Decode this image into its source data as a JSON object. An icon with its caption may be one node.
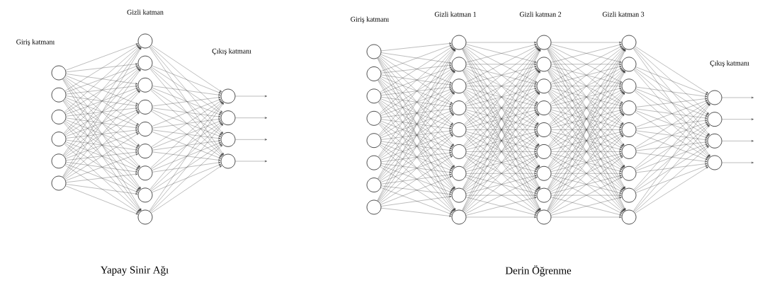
{
  "diagram": {
    "nodes": [
      {
        "text": [],
        "shape": "circle"
      },
      {
        "text": [],
        "shape": "circle"
      },
      {
        "text": [],
        "shape": "circle"
      },
      {
        "text": [],
        "shape": "circle"
      },
      {
        "text": [],
        "shape": "circle"
      },
      {
        "text": [],
        "shape": "circle"
      },
      {
        "text": [],
        "shape": "circle"
      },
      {
        "text": [],
        "shape": "circle"
      },
      {
        "text": [],
        "shape": "circle"
      },
      {
        "text": [],
        "shape": "circle"
      },
      {
        "text": [],
        "shape": "circle"
      },
      {
        "text": [],
        "shape": "circle"
      },
      {
        "text": [],
        "shape": "circle"
      },
      {
        "text": [],
        "shape": "circle"
      },
      {
        "text": [],
        "shape": "circle"
      },
      {
        "text": [],
        "shape": "circle"
      },
      {
        "text": [],
        "shape": "circle"
      },
      {
        "text": [],
        "shape": "circle"
      },
      {
        "text": [],
        "shape": "circle"
      },
      {
        "text": [],
        "shape": "circle"
      },
      {
        "text": [],
        "shape": "circle"
      },
      {
        "text": [],
        "shape": "circle"
      },
      {
        "text": [],
        "shape": "circle"
      },
      {
        "text": [],
        "shape": "circle"
      },
      {
        "text": [],
        "shape": "circle"
      },
      {
        "text": [],
        "shape": "circle"
      },
      {
        "text": [],
        "shape": "circle"
      },
      {
        "text": [],
        "shape": "circle"
      },
      {
        "text": [],
        "shape": "circle"
      },
      {
        "text": [],
        "shape": "circle"
      },
      {
        "text": [],
        "shape": "circle"
      },
      {
        "text": [],
        "shape": "circle"
      },
      {
        "text": [],
        "shape": "circle"
      },
      {
        "text": [],
        "shape": "circle"
      },
      {
        "text": [],
        "shape": "circle"
      },
      {
        "text": [],
        "shape": "circle"
      },
      {
        "text": [],
        "shape": "circle"
      },
      {
        "text": [],
        "shape": "circle"
      },
      {
        "text": [],
        "shape": "circle"
      },
      {
        "text": [],
        "shape": "circle"
      },
      {
        "text": [],
        "shape": "circle"
      },
      {
        "text": [],
        "shape": "circle"
      },
      {
        "text": [],
        "shape": "circle"
      },
      {
        "text": [],
        "shape": "circle"
      },
      {
        "text": [],
        "shape": "circle"
      },
      {
        "text": [],
        "shape": "circle"
      },
      {
        "text": [],
        "shape": "circle"
      },
      {
        "text": [],
        "shape": "circle"
      },
      {
        "text": [],
        "shape": "circle"
      },
      {
        "text": [],
        "shape": "circle"
      },
      {
        "text": [],
        "shape": "circle"
      },
      {
        "text": [],
        "shape": "circle"
      },
      {
        "text": [],
        "shape": "circle"
      },
      {
        "text": [],
        "shape": "circle"
      },
      {
        "text": [],
        "shape": "circle"
      },
      {
        "text": [],
        "shape": "circle"
      },
      {
        "text": [],
        "shape": "circle"
      },
      {
        "text": [],
        "shape": "circle"
      }
    ],
    "edges": [
      {
        "from": 0,
        "to": 6,
        "arrow": "to"
      },
      {
        "from": 0,
        "to": 7,
        "arrow": "to"
      },
      {
        "from": 0,
        "to": 8,
        "arrow": "to"
      },
      {
        "from": 0,
        "to": 9,
        "arrow": "to"
      },
      {
        "from": 0,
        "to": 10,
        "arrow": "to"
      },
      {
        "from": 0,
        "to": 11,
        "arrow": "to"
      },
      {
        "from": 0,
        "to": 12,
        "arrow": "to"
      },
      {
        "from": 0,
        "to": 13,
        "arrow": "to"
      },
      {
        "from": 0,
        "to": 14,
        "arrow": "to"
      },
      {
        "from": 1,
        "to": 6,
        "arrow": "to"
      },
      {
        "from": 1,
        "to": 7,
        "arrow": "to"
      },
      {
        "from": 1,
        "to": 8,
        "arrow": "to"
      },
      {
        "from": 1,
        "to": 9,
        "arrow": "to"
      },
      {
        "from": 1,
        "to": 10,
        "arrow": "to"
      },
      {
        "from": 1,
        "to": 11,
        "arrow": "to"
      },
      {
        "from": 1,
        "to": 12,
        "arrow": "to"
      },
      {
        "from": 1,
        "to": 13,
        "arrow": "to"
      },
      {
        "from": 1,
        "to": 14,
        "arrow": "to"
      },
      {
        "from": 2,
        "to": 6,
        "arrow": "to"
      },
      {
        "from": 2,
        "to": 7,
        "arrow": "to"
      },
      {
        "from": 2,
        "to": 8,
        "arrow": "to"
      },
      {
        "from": 2,
        "to": 9,
        "arrow": "to"
      },
      {
        "from": 2,
        "to": 10,
        "arrow": "to"
      },
      {
        "from": 2,
        "to": 11,
        "arrow": "to"
      },
      {
        "from": 2,
        "to": 12,
        "arrow": "to"
      },
      {
        "from": 2,
        "to": 13,
        "arrow": "to"
      },
      {
        "from": 2,
        "to": 14,
        "arrow": "to"
      },
      {
        "from": 3,
        "to": 6,
        "arrow": "to"
      },
      {
        "from": 3,
        "to": 7,
        "arrow": "to"
      },
      {
        "from": 3,
        "to": 8,
        "arrow": "to"
      },
      {
        "from": 3,
        "to": 9,
        "arrow": "to"
      },
      {
        "from": 3,
        "to": 10,
        "arrow": "to"
      },
      {
        "from": 3,
        "to": 11,
        "arrow": "to"
      },
      {
        "from": 3,
        "to": 12,
        "arrow": "to"
      },
      {
        "from": 3,
        "to": 13,
        "arrow": "to"
      },
      {
        "from": 3,
        "to": 14,
        "arrow": "to"
      },
      {
        "from": 4,
        "to": 6,
        "arrow": "to"
      },
      {
        "from": 4,
        "to": 7,
        "arrow": "to"
      },
      {
        "from": 4,
        "to": 8,
        "arrow": "to"
      },
      {
        "from": 4,
        "to": 9,
        "arrow": "to"
      },
      {
        "from": 4,
        "to": 10,
        "arrow": "to"
      },
      {
        "from": 4,
        "to": 11,
        "arrow": "to"
      },
      {
        "from": 4,
        "to": 12,
        "arrow": "to"
      },
      {
        "from": 4,
        "to": 13,
        "arrow": "to"
      },
      {
        "from": 4,
        "to": 14,
        "arrow": "to"
      },
      {
        "from": 5,
        "to": 6,
        "arrow": "to"
      },
      {
        "from": 5,
        "to": 7,
        "arrow": "to"
      },
      {
        "from": 5,
        "to": 8,
        "arrow": "to"
      },
      {
        "from": 5,
        "to": 9,
        "arrow": "to"
      },
      {
        "from": 5,
        "to": 10,
        "arrow": "to"
      },
      {
        "from": 5,
        "to": 11,
        "arrow": "to"
      },
      {
        "from": 5,
        "to": 12,
        "arrow": "to"
      },
      {
        "from": 5,
        "to": 13,
        "arrow": "to"
      },
      {
        "from": 5,
        "to": 14,
        "arrow": "to"
      },
      {
        "from": 6,
        "to": 15,
        "arrow": "to"
      },
      {
        "from": 6,
        "to": 16,
        "arrow": "to"
      },
      {
        "from": 6,
        "to": 17,
        "arrow": "to"
      },
      {
        "from": 6,
        "to": 18,
        "arrow": "to"
      },
      {
        "from": 7,
        "to": 15,
        "arrow": "to"
      },
      {
        "from": 7,
        "to": 16,
        "arrow": "to"
      },
      {
        "from": 7,
        "to": 17,
        "arrow": "to"
      },
      {
        "from": 7,
        "to": 18,
        "arrow": "to"
      },
      {
        "from": 8,
        "to": 15,
        "arrow": "to"
      },
      {
        "from": 8,
        "to": 16,
        "arrow": "to"
      },
      {
        "from": 8,
        "to": 17,
        "arrow": "to"
      },
      {
        "from": 8,
        "to": 18,
        "arrow": "to"
      },
      {
        "from": 9,
        "to": 15,
        "arrow": "to"
      },
      {
        "from": 9,
        "to": 16,
        "arrow": "to"
      },
      {
        "from": 9,
        "to": 17,
        "arrow": "to"
      },
      {
        "from": 9,
        "to": 18,
        "arrow": "to"
      },
      {
        "from": 10,
        "to": 15,
        "arrow": "to"
      },
      {
        "from": 10,
        "to": 16,
        "arrow": "to"
      },
      {
        "from": 10,
        "to": 17,
        "arrow": "to"
      },
      {
        "from": 10,
        "to": 18,
        "arrow": "to"
      },
      {
        "from": 11,
        "to": 15,
        "arrow": "to"
      },
      {
        "from": 11,
        "to": 16,
        "arrow": "to"
      },
      {
        "from": 11,
        "to": 17,
        "arrow": "to"
      },
      {
        "from": 11,
        "to": 18,
        "arrow": "to"
      },
      {
        "from": 12,
        "to": 15,
        "arrow": "to"
      },
      {
        "from": 12,
        "to": 16,
        "arrow": "to"
      },
      {
        "from": 12,
        "to": 17,
        "arrow": "to"
      },
      {
        "from": 12,
        "to": 18,
        "arrow": "to"
      },
      {
        "from": 13,
        "to": 15,
        "arrow": "to"
      },
      {
        "from": 13,
        "to": 16,
        "arrow": "to"
      },
      {
        "from": 13,
        "to": 17,
        "arrow": "to"
      },
      {
        "from": 13,
        "to": 18,
        "arrow": "to"
      },
      {
        "from": 14,
        "to": 15,
        "arrow": "to"
      },
      {
        "from": 14,
        "to": 16,
        "arrow": "to"
      },
      {
        "from": 14,
        "to": 17,
        "arrow": "to"
      },
      {
        "from": 14,
        "to": 18,
        "arrow": "to"
      },
      {
        "from": 15,
        "to": null,
        "arrow": "to"
      },
      {
        "from": 16,
        "to": null,
        "arrow": "to"
      },
      {
        "from": 17,
        "to": null,
        "arrow": "to"
      },
      {
        "from": 18,
        "to": null,
        "arrow": "to"
      },
      {
        "from": 19,
        "to": 27,
        "arrow": "to"
      },
      {
        "from": 19,
        "to": 28,
        "arrow": "to"
      },
      {
        "from": 19,
        "to": 29,
        "arrow": "to"
      },
      {
        "from": 19,
        "to": 30,
        "arrow": "to"
      },
      {
        "from": 19,
        "to": 31,
        "arrow": "to"
      },
      {
        "from": 19,
        "to": 32,
        "arrow": "to"
      },
      {
        "from": 19,
        "to": 33,
        "arrow": "to"
      },
      {
        "from": 19,
        "to": 34,
        "arrow": "to"
      },
      {
        "from": 19,
        "to": 35,
        "arrow": "to"
      },
      {
        "from": 20,
        "to": 27,
        "arrow": "to"
      },
      {
        "from": 20,
        "to": 28,
        "arrow": "to"
      },
      {
        "from": 20,
        "to": 29,
        "arrow": "to"
      },
      {
        "from": 20,
        "to": 30,
        "arrow": "to"
      },
      {
        "from": 20,
        "to": 31,
        "arrow": "to"
      },
      {
        "from": 20,
        "to": 32,
        "arrow": "to"
      },
      {
        "from": 20,
        "to": 33,
        "arrow": "to"
      },
      {
        "from": 20,
        "to": 34,
        "arrow": "to"
      },
      {
        "from": 20,
        "to": 35,
        "arrow": "to"
      },
      {
        "from": 21,
        "to": 27,
        "arrow": "to"
      },
      {
        "from": 21,
        "to": 28,
        "arrow": "to"
      },
      {
        "from": 21,
        "to": 29,
        "arrow": "to"
      },
      {
        "from": 21,
        "to": 30,
        "arrow": "to"
      },
      {
        "from": 21,
        "to": 31,
        "arrow": "to"
      },
      {
        "from": 21,
        "to": 32,
        "arrow": "to"
      },
      {
        "from": 21,
        "to": 33,
        "arrow": "to"
      },
      {
        "from": 21,
        "to": 34,
        "arrow": "to"
      },
      {
        "from": 21,
        "to": 35,
        "arrow": "to"
      },
      {
        "from": 22,
        "to": 27,
        "arrow": "to"
      },
      {
        "from": 22,
        "to": 28,
        "arrow": "to"
      },
      {
        "from": 22,
        "to": 29,
        "arrow": "to"
      },
      {
        "from": 22,
        "to": 30,
        "arrow": "to"
      },
      {
        "from": 22,
        "to": 31,
        "arrow": "to"
      },
      {
        "from": 22,
        "to": 32,
        "arrow": "to"
      },
      {
        "from": 22,
        "to": 33,
        "arrow": "to"
      },
      {
        "from": 22,
        "to": 34,
        "arrow": "to"
      },
      {
        "from": 22,
        "to": 35,
        "arrow": "to"
      },
      {
        "from": 23,
        "to": 27,
        "arrow": "to"
      },
      {
        "from": 23,
        "to": 28,
        "arrow": "to"
      },
      {
        "from": 23,
        "to": 29,
        "arrow": "to"
      },
      {
        "from": 23,
        "to": 30,
        "arrow": "to"
      },
      {
        "from": 23,
        "to": 31,
        "arrow": "to"
      },
      {
        "from": 23,
        "to": 32,
        "arrow": "to"
      },
      {
        "from": 23,
        "to": 33,
        "arrow": "to"
      },
      {
        "from": 23,
        "to": 34,
        "arrow": "to"
      },
      {
        "from": 23,
        "to": 35,
        "arrow": "to"
      },
      {
        "from": 24,
        "to": 27,
        "arrow": "to"
      },
      {
        "from": 24,
        "to": 28,
        "arrow": "to"
      },
      {
        "from": 24,
        "to": 29,
        "arrow": "to"
      },
      {
        "from": 24,
        "to": 30,
        "arrow": "to"
      },
      {
        "from": 24,
        "to": 31,
        "arrow": "to"
      },
      {
        "from": 24,
        "to": 32,
        "arrow": "to"
      },
      {
        "from": 24,
        "to": 33,
        "arrow": "to"
      },
      {
        "from": 24,
        "to": 34,
        "arrow": "to"
      },
      {
        "from": 24,
        "to": 35,
        "arrow": "to"
      },
      {
        "from": 25,
        "to": 27,
        "arrow": "to"
      },
      {
        "from": 25,
        "to": 28,
        "arrow": "to"
      },
      {
        "from": 25,
        "to": 29,
        "arrow": "to"
      },
      {
        "from": 25,
        "to": 30,
        "arrow": "to"
      },
      {
        "from": 25,
        "to": 31,
        "arrow": "to"
      },
      {
        "from": 25,
        "to": 32,
        "arrow": "to"
      },
      {
        "from": 25,
        "to": 33,
        "arrow": "to"
      },
      {
        "from": 25,
        "to": 34,
        "arrow": "to"
      },
      {
        "from": 25,
        "to": 35,
        "arrow": "to"
      },
      {
        "from": 26,
        "to": 27,
        "arrow": "to"
      },
      {
        "from": 26,
        "to": 28,
        "arrow": "to"
      },
      {
        "from": 26,
        "to": 29,
        "arrow": "to"
      },
      {
        "from": 26,
        "to": 30,
        "arrow": "to"
      },
      {
        "from": 26,
        "to": 31,
        "arrow": "to"
      },
      {
        "from": 26,
        "to": 32,
        "arrow": "to"
      },
      {
        "from": 26,
        "to": 33,
        "arrow": "to"
      },
      {
        "from": 26,
        "to": 34,
        "arrow": "to"
      },
      {
        "from": 26,
        "to": 35,
        "arrow": "to"
      },
      {
        "from": 27,
        "to": 36,
        "arrow": "to"
      },
      {
        "from": 27,
        "to": 37,
        "arrow": "to"
      },
      {
        "from": 27,
        "to": 38,
        "arrow": "to"
      },
      {
        "from": 27,
        "to": 39,
        "arrow": "to"
      },
      {
        "from": 27,
        "to": 40,
        "arrow": "to"
      },
      {
        "from": 27,
        "to": 41,
        "arrow": "to"
      },
      {
        "from": 27,
        "to": 42,
        "arrow": "to"
      },
      {
        "from": 27,
        "to": 43,
        "arrow": "to"
      },
      {
        "from": 27,
        "to": 44,
        "arrow": "to"
      },
      {
        "from": 28,
        "to": 36,
        "arrow": "to"
      },
      {
        "from": 28,
        "to": 37,
        "arrow": "to"
      },
      {
        "from": 28,
        "to": 38,
        "arrow": "to"
      },
      {
        "from": 28,
        "to": 39,
        "arrow": "to"
      },
      {
        "from": 28,
        "to": 40,
        "arrow": "to"
      },
      {
        "from": 28,
        "to": 41,
        "arrow": "to"
      },
      {
        "from": 28,
        "to": 42,
        "arrow": "to"
      },
      {
        "from": 28,
        "to": 43,
        "arrow": "to"
      },
      {
        "from": 28,
        "to": 44,
        "arrow": "to"
      },
      {
        "from": 29,
        "to": 36,
        "arrow": "to"
      },
      {
        "from": 29,
        "to": 37,
        "arrow": "to"
      },
      {
        "from": 29,
        "to": 38,
        "arrow": "to"
      },
      {
        "from": 29,
        "to": 39,
        "arrow": "to"
      },
      {
        "from": 29,
        "to": 40,
        "arrow": "to"
      },
      {
        "from": 29,
        "to": 41,
        "arrow": "to"
      },
      {
        "from": 29,
        "to": 42,
        "arrow": "to"
      },
      {
        "from": 29,
        "to": 43,
        "arrow": "to"
      },
      {
        "from": 29,
        "to": 44,
        "arrow": "to"
      },
      {
        "from": 30,
        "to": 36,
        "arrow": "to"
      },
      {
        "from": 30,
        "to": 37,
        "arrow": "to"
      },
      {
        "from": 30,
        "to": 38,
        "arrow": "to"
      },
      {
        "from": 30,
        "to": 39,
        "arrow": "to"
      },
      {
        "from": 30,
        "to": 40,
        "arrow": "to"
      },
      {
        "from": 30,
        "to": 41,
        "arrow": "to"
      },
      {
        "from": 30,
        "to": 42,
        "arrow": "to"
      },
      {
        "from": 30,
        "to": 43,
        "arrow": "to"
      },
      {
        "from": 30,
        "to": 44,
        "arrow": "to"
      },
      {
        "from": 31,
        "to": 36,
        "arrow": "to"
      },
      {
        "from": 31,
        "to": 37,
        "arrow": "to"
      },
      {
        "from": 31,
        "to": 38,
        "arrow": "to"
      },
      {
        "from": 31,
        "to": 39,
        "arrow": "to"
      },
      {
        "from": 31,
        "to": 40,
        "arrow": "to"
      },
      {
        "from": 31,
        "to": 41,
        "arrow": "to"
      },
      {
        "from": 31,
        "to": 42,
        "arrow": "to"
      },
      {
        "from": 31,
        "to": 43,
        "arrow": "to"
      },
      {
        "from": 31,
        "to": 44,
        "arrow": "to"
      },
      {
        "from": 32,
        "to": 36,
        "arrow": "to"
      },
      {
        "from": 32,
        "to": 37,
        "arrow": "to"
      },
      {
        "from": 32,
        "to": 38,
        "arrow": "to"
      },
      {
        "from": 32,
        "to": 39,
        "arrow": "to"
      },
      {
        "from": 32,
        "to": 40,
        "arrow": "to"
      },
      {
        "from": 32,
        "to": 41,
        "arrow": "to"
      },
      {
        "from": 32,
        "to": 42,
        "arrow": "to"
      },
      {
        "from": 32,
        "to": 43,
        "arrow": "to"
      },
      {
        "from": 32,
        "to": 44,
        "arrow": "to"
      },
      {
        "from": 33,
        "to": 36,
        "arrow": "to"
      },
      {
        "from": 33,
        "to": 37,
        "arrow": "to"
      },
      {
        "from": 33,
        "to": 38,
        "arrow": "to"
      },
      {
        "from": 33,
        "to": 39,
        "arrow": "to"
      },
      {
        "from": 33,
        "to": 40,
        "arrow": "to"
      },
      {
        "from": 33,
        "to": 41,
        "arrow": "to"
      },
      {
        "from": 33,
        "to": 42,
        "arrow": "to"
      },
      {
        "from": 33,
        "to": 43,
        "arrow": "to"
      },
      {
        "from": 33,
        "to": 44,
        "arrow": "to"
      },
      {
        "from": 34,
        "to": 36,
        "arrow": "to"
      },
      {
        "from": 34,
        "to": 37,
        "arrow": "to"
      },
      {
        "from": 34,
        "to": 38,
        "arrow": "to"
      },
      {
        "from": 34,
        "to": 39,
        "arrow": "to"
      },
      {
        "from": 34,
        "to": 40,
        "arrow": "to"
      },
      {
        "from": 34,
        "to": 41,
        "arrow": "to"
      },
      {
        "from": 34,
        "to": 42,
        "arrow": "to"
      },
      {
        "from": 34,
        "to": 43,
        "arrow": "to"
      },
      {
        "from": 34,
        "to": 44,
        "arrow": "to"
      },
      {
        "from": 35,
        "to": 36,
        "arrow": "to"
      },
      {
        "from": 35,
        "to": 37,
        "arrow": "to"
      },
      {
        "from": 35,
        "to": 38,
        "arrow": "to"
      },
      {
        "from": 35,
        "to": 39,
        "arrow": "to"
      },
      {
        "from": 35,
        "to": 40,
        "arrow": "to"
      },
      {
        "from": 35,
        "to": 41,
        "arrow": "to"
      },
      {
        "from": 35,
        "to": 42,
        "arrow": "to"
      },
      {
        "from": 35,
        "to": 43,
        "arrow": "to"
      },
      {
        "from": 35,
        "to": 44,
        "arrow": "to"
      },
      {
        "from": 36,
        "to": 45,
        "arrow": "to"
      },
      {
        "from": 36,
        "to": 46,
        "arrow": "to"
      },
      {
        "from": 36,
        "to": 47,
        "arrow": "to"
      },
      {
        "from": 36,
        "to": 48,
        "arrow": "to"
      },
      {
        "from": 36,
        "to": 49,
        "arrow": "to"
      },
      {
        "from": 36,
        "to": 50,
        "arrow": "to"
      },
      {
        "from": 36,
        "to": 51,
        "arrow": "to"
      },
      {
        "from": 36,
        "to": 52,
        "arrow": "to"
      },
      {
        "from": 36,
        "to": 53,
        "arrow": "to"
      },
      {
        "from": 37,
        "to": 45,
        "arrow": "to"
      },
      {
        "from": 37,
        "to": 46,
        "arrow": "to"
      },
      {
        "from": 37,
        "to": 47,
        "arrow": "to"
      },
      {
        "from": 37,
        "to": 48,
        "arrow": "to"
      },
      {
        "from": 37,
        "to": 49,
        "arrow": "to"
      },
      {
        "from": 37,
        "to": 50,
        "arrow": "to"
      },
      {
        "from": 37,
        "to": 51,
        "arrow": "to"
      },
      {
        "from": 37,
        "to": 52,
        "arrow": "to"
      },
      {
        "from": 37,
        "to": 53,
        "arrow": "to"
      },
      {
        "from": 38,
        "to": 45,
        "arrow": "to"
      },
      {
        "from": 38,
        "to": 46,
        "arrow": "to"
      },
      {
        "from": 38,
        "to": 47,
        "arrow": "to"
      },
      {
        "from": 38,
        "to": 48,
        "arrow": "to"
      },
      {
        "from": 38,
        "to": 49,
        "arrow": "to"
      },
      {
        "from": 38,
        "to": 50,
        "arrow": "to"
      },
      {
        "from": 38,
        "to": 51,
        "arrow": "to"
      },
      {
        "from": 38,
        "to": 52,
        "arrow": "to"
      },
      {
        "from": 38,
        "to": 53,
        "arrow": "to"
      },
      {
        "from": 39,
        "to": 45,
        "arrow": "to"
      },
      {
        "from": 39,
        "to": 46,
        "arrow": "to"
      },
      {
        "from": 39,
        "to": 47,
        "arrow": "to"
      },
      {
        "from": 39,
        "to": 48,
        "arrow": "to"
      },
      {
        "from": 39,
        "to": 49,
        "arrow": "to"
      },
      {
        "from": 39,
        "to": 50,
        "arrow": "to"
      },
      {
        "from": 39,
        "to": 51,
        "arrow": "to"
      },
      {
        "from": 39,
        "to": 52,
        "arrow": "to"
      },
      {
        "from": 39,
        "to": 53,
        "arrow": "to"
      },
      {
        "from": 40,
        "to": 45,
        "arrow": "to"
      },
      {
        "from": 40,
        "to": 46,
        "arrow": "to"
      },
      {
        "from": 40,
        "to": 47,
        "arrow": "to"
      },
      {
        "from": 40,
        "to": 48,
        "arrow": "to"
      },
      {
        "from": 40,
        "to": 49,
        "arrow": "to"
      },
      {
        "from": 40,
        "to": 50,
        "arrow": "to"
      },
      {
        "from": 40,
        "to": 51,
        "arrow": "to"
      },
      {
        "from": 40,
        "to": 52,
        "arrow": "to"
      },
      {
        "from": 40,
        "to": 53,
        "arrow": "to"
      },
      {
        "from": 41,
        "to": 45,
        "arrow": "to"
      },
      {
        "from": 41,
        "to": 46,
        "arrow": "to"
      },
      {
        "from": 41,
        "to": 47,
        "arrow": "to"
      },
      {
        "from": 41,
        "to": 48,
        "arrow": "to"
      },
      {
        "from": 41,
        "to": 49,
        "arrow": "to"
      },
      {
        "from": 41,
        "to": 50,
        "arrow": "to"
      },
      {
        "from": 41,
        "to": 51,
        "arrow": "to"
      },
      {
        "from": 41,
        "to": 52,
        "arrow": "to"
      },
      {
        "from": 41,
        "to": 53,
        "arrow": "to"
      },
      {
        "from": 42,
        "to": 45,
        "arrow": "to"
      },
      {
        "from": 42,
        "to": 46,
        "arrow": "to"
      },
      {
        "from": 42,
        "to": 47,
        "arrow": "to"
      },
      {
        "from": 42,
        "to": 48,
        "arrow": "to"
      },
      {
        "from": 42,
        "to": 49,
        "arrow": "to"
      },
      {
        "from": 42,
        "to": 50,
        "arrow": "to"
      },
      {
        "from": 42,
        "to": 51,
        "arrow": "to"
      },
      {
        "from": 42,
        "to": 52,
        "arrow": "to"
      },
      {
        "from": 42,
        "to": 53,
        "arrow": "to"
      },
      {
        "from": 43,
        "to": 45,
        "arrow": "to"
      },
      {
        "from": 43,
        "to": 46,
        "arrow": "to"
      },
      {
        "from": 43,
        "to": 47,
        "arrow": "to"
      },
      {
        "from": 43,
        "to": 48,
        "arrow": "to"
      },
      {
        "from": 43,
        "to": 49,
        "arrow": "to"
      },
      {
        "from": 43,
        "to": 50,
        "arrow": "to"
      },
      {
        "from": 43,
        "to": 51,
        "arrow": "to"
      },
      {
        "from": 43,
        "to": 52,
        "arrow": "to"
      },
      {
        "from": 43,
        "to": 53,
        "arrow": "to"
      },
      {
        "from": 44,
        "to": 45,
        "arrow": "to"
      },
      {
        "from": 44,
        "to": 46,
        "arrow": "to"
      },
      {
        "from": 44,
        "to": 47,
        "arrow": "to"
      },
      {
        "from": 44,
        "to": 48,
        "arrow": "to"
      },
      {
        "from": 44,
        "to": 49,
        "arrow": "to"
      },
      {
        "from": 44,
        "to": 50,
        "arrow": "to"
      },
      {
        "from": 44,
        "to": 51,
        "arrow": "to"
      },
      {
        "from": 44,
        "to": 52,
        "arrow": "to"
      },
      {
        "from": 44,
        "to": 53,
        "arrow": "to"
      },
      {
        "from": 45,
        "to": 54,
        "arrow": "to"
      },
      {
        "from": 45,
        "to": 55,
        "arrow": "to"
      },
      {
        "from": 45,
        "to": 56,
        "arrow": "to"
      },
      {
        "from": 45,
        "to": 57,
        "arrow": "to"
      },
      {
        "from": 46,
        "to": 54,
        "arrow": "to"
      },
      {
        "from": 46,
        "to": 55,
        "arrow": "to"
      },
      {
        "from": 46,
        "to": 56,
        "arrow": "to"
      },
      {
        "from": 46,
        "to": 57,
        "arrow": "to"
      },
      {
        "from": 47,
        "to": 54,
        "arrow": "to"
      },
      {
        "from": 47,
        "to": 55,
        "arrow": "to"
      },
      {
        "from": 47,
        "to": 56,
        "arrow": "to"
      },
      {
        "from": 47,
        "to": 57,
        "arrow": "to"
      },
      {
        "from": 48,
        "to": 54,
        "arrow": "to"
      },
      {
        "from": 48,
        "to": 55,
        "arrow": "to"
      },
      {
        "from": 48,
        "to": 56,
        "arrow": "to"
      },
      {
        "from": 48,
        "to": 57,
        "arrow": "to"
      },
      {
        "from": 49,
        "to": 54,
        "arrow": "to"
      },
      {
        "from": 49,
        "to": 55,
        "arrow": "to"
      },
      {
        "from": 49,
        "to": 56,
        "arrow": "to"
      },
      {
        "from": 49,
        "to": 57,
        "arrow": "to"
      },
      {
        "from": 50,
        "to": 54,
        "arrow": "to"
      },
      {
        "from": 50,
        "to": 55,
        "arrow": "to"
      },
      {
        "from": 50,
        "to": 56,
        "arrow": "to"
      },
      {
        "from": 50,
        "to": 57,
        "arrow": "to"
      },
      {
        "from": 51,
        "to": 54,
        "arrow": "to"
      },
      {
        "from": 51,
        "to": 55,
        "arrow": "to"
      },
      {
        "from": 51,
        "to": 56,
        "arrow": "to"
      },
      {
        "from": 51,
        "to": 57,
        "arrow": "to"
      },
      {
        "from": 52,
        "to": 54,
        "arrow": "to"
      },
      {
        "from": 52,
        "to": 55,
        "arrow": "to"
      },
      {
        "from": 52,
        "to": 56,
        "arrow": "to"
      },
      {
        "from": 52,
        "to": 57,
        "arrow": "to"
      },
      {
        "from": 53,
        "to": 54,
        "arrow": "to"
      },
      {
        "from": 53,
        "to": 55,
        "arrow": "to"
      },
      {
        "from": 53,
        "to": 56,
        "arrow": "to"
      },
      {
        "from": 53,
        "to": 57,
        "arrow": "to"
      },
      {
        "from": 54,
        "to": null,
        "arrow": "to"
      },
      {
        "from": 55,
        "to": null,
        "arrow": "to"
      },
      {
        "from": 56,
        "to": null,
        "arrow": "to"
      },
      {
        "from": 57,
        "to": null,
        "arrow": "to"
      }
    ],
    "labels": [
      "Gizli katman",
      "Giriş katmanı",
      "Çıkış katmanı",
      "Giriş katmanı",
      "Gizli katman 1",
      "Gizli katman 2",
      "Gizli katman 3",
      "Çıkış katmanı",
      "Yapay Sinir Ağı",
      "Derin Öğrenme"
    ]
  }
}
